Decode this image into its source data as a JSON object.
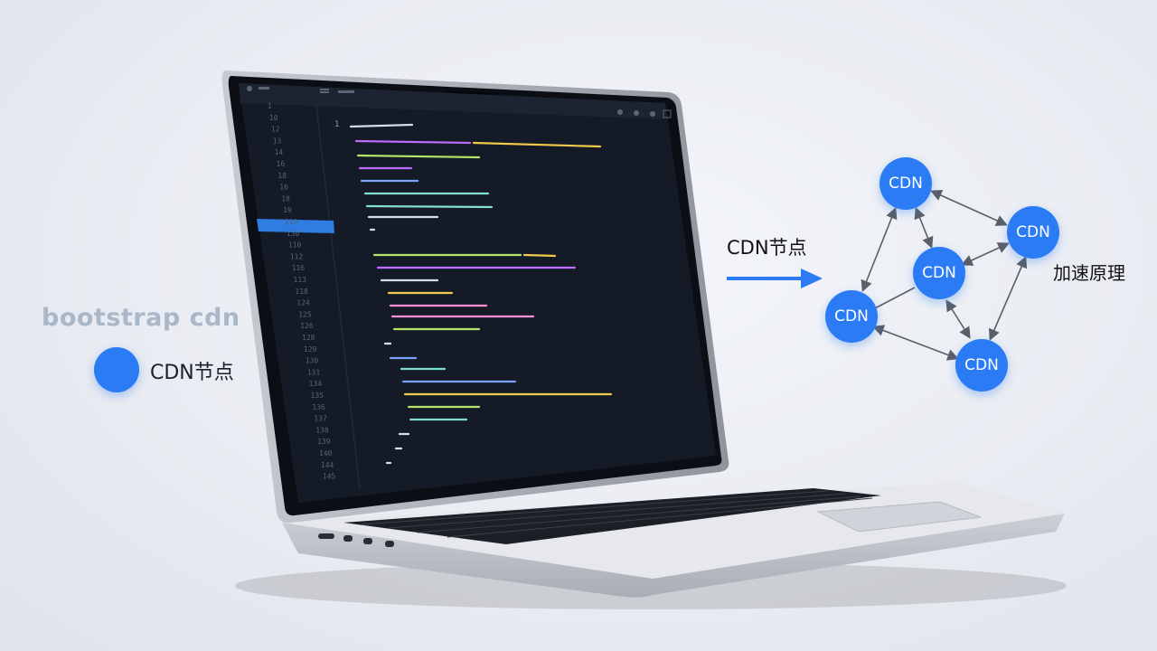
{
  "left_panel": {
    "title": "bootstrap cdn",
    "legend_label": "CDN节点"
  },
  "diagram": {
    "arrow_label": "CDN节点",
    "side_label": "加速原理",
    "node_label": "CDN",
    "node_color": "#2a7bf4"
  },
  "editor": {
    "gutter_numbers": [
      "1",
      "10",
      "12",
      "13",
      "14",
      "16",
      "18",
      "16",
      "18",
      "19",
      "110",
      "130",
      "110",
      "112",
      "116",
      "113",
      "118",
      "124",
      "125",
      "126",
      "128",
      "129",
      "130",
      "131",
      "134",
      "135",
      "136",
      "137",
      "138",
      "139",
      "140",
      "144",
      "145"
    ],
    "highlight_color": "#2f7de1",
    "background": "#141b26"
  }
}
